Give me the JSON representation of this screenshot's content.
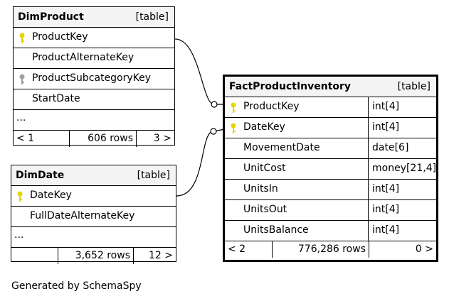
{
  "tables": {
    "dimproduct": {
      "name": "DimProduct",
      "kind": "[table]",
      "columns": [
        {
          "name": "ProductKey",
          "key": "primary"
        },
        {
          "name": "ProductAlternateKey",
          "key": "none"
        },
        {
          "name": "ProductSubcategoryKey",
          "key": "foreign"
        },
        {
          "name": "StartDate",
          "key": "none"
        }
      ],
      "ellipsis": "...",
      "footer": {
        "parents": "< 1",
        "rows": "606 rows",
        "children": "3 >"
      }
    },
    "dimdate": {
      "name": "DimDate",
      "kind": "[table]",
      "columns": [
        {
          "name": "DateKey",
          "key": "primary"
        },
        {
          "name": "FullDateAlternateKey",
          "key": "none"
        }
      ],
      "ellipsis": "...",
      "footer": {
        "parents": "",
        "rows": "3,652 rows",
        "children": "12 >"
      }
    },
    "factproductinventory": {
      "name": "FactProductInventory",
      "kind": "[table]",
      "columns": [
        {
          "name": "ProductKey",
          "type": "int[4]",
          "key": "primary"
        },
        {
          "name": "DateKey",
          "type": "int[4]",
          "key": "primary"
        },
        {
          "name": "MovementDate",
          "type": "date[6]",
          "key": "none"
        },
        {
          "name": "UnitCost",
          "type": "money[21,4]",
          "key": "none"
        },
        {
          "name": "UnitsIn",
          "type": "int[4]",
          "key": "none"
        },
        {
          "name": "UnitsOut",
          "type": "int[4]",
          "key": "none"
        },
        {
          "name": "UnitsBalance",
          "type": "int[4]",
          "key": "none"
        }
      ],
      "footer": {
        "parents": "< 2",
        "rows": "776,286 rows",
        "children": "0 >"
      }
    }
  },
  "colors": {
    "primary_key": "#e8d400",
    "foreign_key": "#a0a0a0",
    "header_bg": "#f4f4f4"
  },
  "generated_by": "Generated by SchemaSpy"
}
